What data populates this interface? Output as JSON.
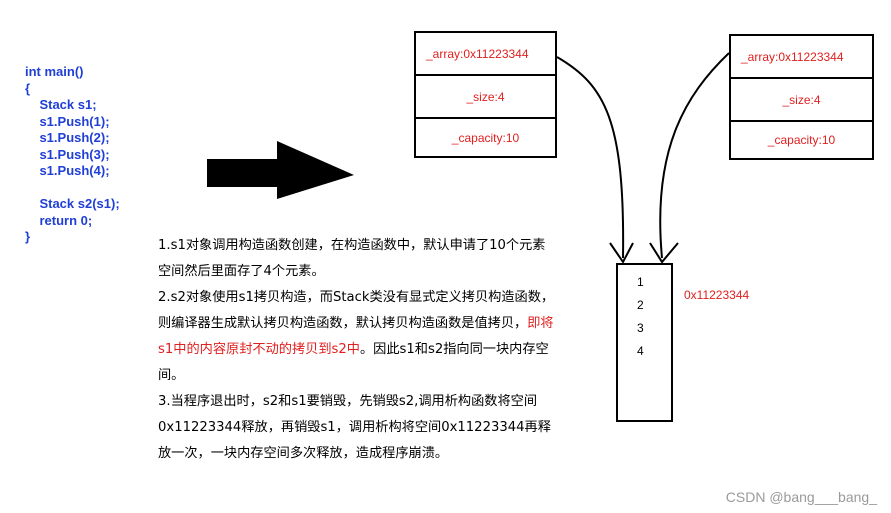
{
  "code": {
    "lines": [
      "int main()",
      "{",
      "    Stack s1;",
      "    s1.Push(1);",
      "    s1.Push(2);",
      "    s1.Push(3);",
      "    s1.Push(4);",
      "",
      "    Stack s2(s1);",
      "    return 0;",
      "}"
    ]
  },
  "explanation": {
    "p1": "1.s1对象调用构造函数创建，在构造函数中，默认申请了10个元素空间然后里面存了4个元素。",
    "p2_before": "2.s2对象使用s1拷贝构造，而Stack类没有显式定义拷贝构造函数，则编译器生成默认拷贝构造函数，默认拷贝构造函数是值拷贝，",
    "p2_red": "即将s1中的内容原封不动的拷贝到s2中",
    "p2_after": "。因此s1和s2指向同一块内存空间。",
    "p3": "3.当程序退出时，s2和s1要销毁，先销毁s2,调用析构函数将空间0x11223344释放，再销毁s1，调用析构将空间0x11223344再释放一次，一块内存空间多次释放，造成程序崩溃。"
  },
  "object_s1": {
    "array": "_array:0x11223344",
    "size": "_size:4",
    "capacity": "_capacity:10"
  },
  "object_s2": {
    "array": "_array:0x11223344",
    "size": "_size:4",
    "capacity": "_capacity:10"
  },
  "memory": {
    "values": [
      "1",
      "2",
      "3",
      "4"
    ],
    "address": "0x11223344"
  },
  "watermark": "CSDN @bang___bang_",
  "colors": {
    "code": "#1f3fd6",
    "highlight": "#e02020",
    "watermark": "#9a9a9a"
  }
}
